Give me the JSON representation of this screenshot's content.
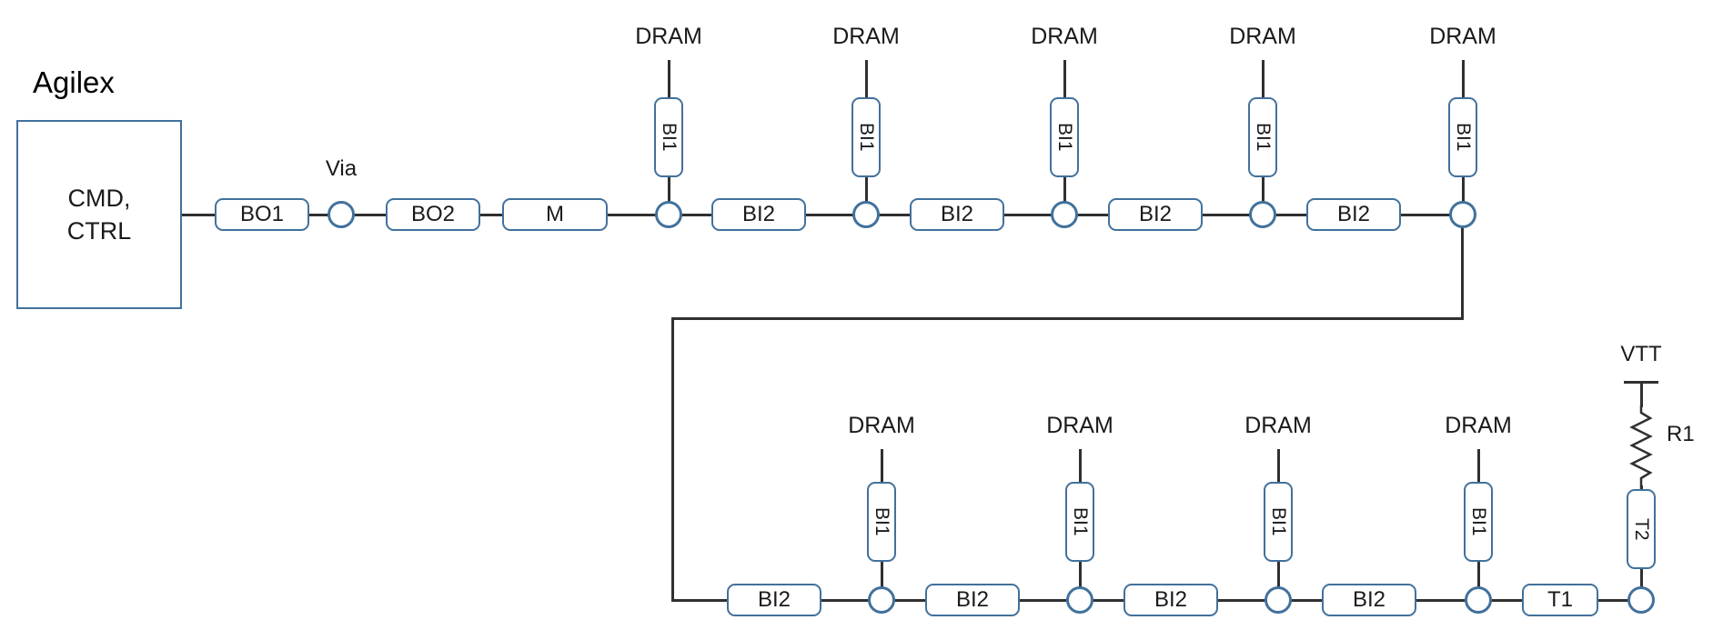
{
  "chip": {
    "name": "Agilex",
    "ports": "CMD,\nCTRL"
  },
  "via_label": "Via",
  "top_row": {
    "boxes": [
      {
        "label": "BO1"
      },
      {
        "label": "BO2"
      },
      {
        "label": "M"
      },
      {
        "label": "BI2"
      },
      {
        "label": "BI2"
      },
      {
        "label": "BI2"
      },
      {
        "label": "BI2"
      }
    ],
    "taps": [
      {
        "stub": "BI1",
        "device": "DRAM"
      },
      {
        "stub": "BI1",
        "device": "DRAM"
      },
      {
        "stub": "BI1",
        "device": "DRAM"
      },
      {
        "stub": "BI1",
        "device": "DRAM"
      },
      {
        "stub": "BI1",
        "device": "DRAM"
      }
    ]
  },
  "bottom_row": {
    "boxes": [
      {
        "label": "BI2"
      },
      {
        "label": "BI2"
      },
      {
        "label": "BI2"
      },
      {
        "label": "BI2"
      },
      {
        "label": "T1"
      }
    ],
    "taps": [
      {
        "stub": "BI1",
        "device": "DRAM"
      },
      {
        "stub": "BI1",
        "device": "DRAM"
      },
      {
        "stub": "BI1",
        "device": "DRAM"
      },
      {
        "stub": "BI1",
        "device": "DRAM"
      }
    ]
  },
  "termination": {
    "series_box": "T2",
    "resistor_label": "R1",
    "rail_label": "VTT"
  },
  "colors": {
    "box_border": "#41719C",
    "line": "#303030",
    "text": "#1a1a1a"
  }
}
